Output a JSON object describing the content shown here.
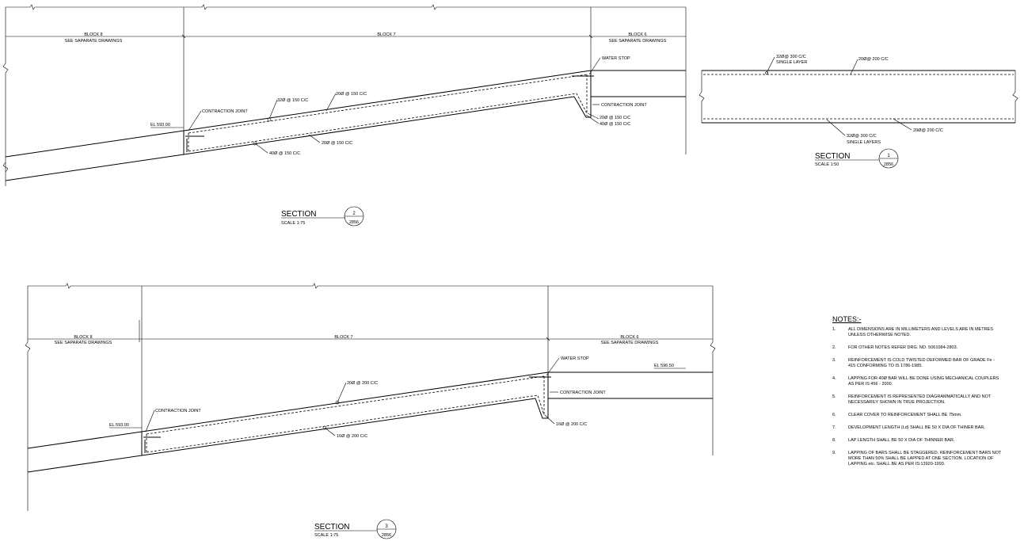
{
  "section2": {
    "block_left": "BLOCK 8",
    "block_left_note": "SEE SAPARATE DRAWINGS",
    "block_mid": "BLOCK 7",
    "block_right": "BLOCK 6",
    "block_right_note": "SEE SAPARATE DRAWINGS",
    "el_left": "EL 593.00",
    "contraction_joint_left": "CONTRACTION JOINT",
    "water_stop": "WATER STOP",
    "contraction_joint_right": "CONTRACTION JOINT",
    "bar_top_1": "32Ø @ 150 C/C",
    "bar_top_2": "20Ø @ 150 C/C",
    "bar_bottom_1": "20Ø @ 150 C/C",
    "bar_bottom_2": "40Ø @ 150 C/C",
    "bar_right_1": "20Ø @ 150 C/C",
    "bar_right_2": "40Ø @ 150 C/C",
    "title": "SECTION",
    "scale": "SCALE 1:75",
    "number": "2",
    "sheet": "2856"
  },
  "section1": {
    "bar_top_left": "32Ø@ 300 C/C",
    "bar_top_left_note": "SINGLE LAYER",
    "bar_top_right": "20Ø@ 200 C/C",
    "bar_bottom_left": "32Ø@ 300 C/C",
    "bar_bottom_left_note": "SINGLE LAYERS",
    "bar_bottom_right": "20Ø@ 200 C/C",
    "title": "SECTION",
    "scale": "SCALE 1:50",
    "number": "1",
    "sheet": "2856"
  },
  "section3": {
    "block_left": "BLOCK 8",
    "block_left_note": "SEE SAPARATE DRAWINGS",
    "block_mid": "BLOCK 7",
    "block_right": "BLOCK 6",
    "block_right_note": "SEE SAPARATE DRAWINGS",
    "el_left": "EL 593.00",
    "el_right": "EL 596.50",
    "contraction_joint_left": "CONTRACTION JOINT",
    "water_stop": "WATER STOP",
    "contraction_joint_right": "CONTRACTION JOINT",
    "bar_top": "20Ø @ 200 C/C",
    "bar_bottom": "16Ø @ 200 C/C",
    "bar_right": "16Ø @ 200 C/C",
    "title": "SECTION",
    "scale": "SCALE 1:75",
    "number": "3",
    "sheet": "2856"
  },
  "notes": {
    "title": "NOTES:-",
    "items": [
      {
        "num": "1.",
        "text": "ALL DIMENSIONS ARE IN MILLIMETERS AND LEVELS ARE IN METRES UNLESS OTHERWISE NOTED."
      },
      {
        "num": "2.",
        "text": "FOR OTHER NOTES REFER DRG. NO. 5061084-2803."
      },
      {
        "num": "3.",
        "text": "REINFORCEMENT IS COLD TWISTED DEFORMED BAR OF GRADE Fe - 415 CONFORMING TO IS 1786-1985."
      },
      {
        "num": "4.",
        "text": "LAPPING FOR 40Ø BAR WILL BE DONE USING MECHANICAL COUPLERS AS PER IS 456 - 2000."
      },
      {
        "num": "5.",
        "text": "REINFORCEMENT IS REPRESENTED DIAGRAMMATICALLY AND NOT NECESSARILY SHOWN IN TRUE PROJECTION."
      },
      {
        "num": "6.",
        "text": "CLEAR COVER TO REINFORCEMENT SHALL BE 75mm."
      },
      {
        "num": "7.",
        "text": "DEVELOPMENT LENGTH (Ld) SHALL BE 50 X DIA OF THINER BAR."
      },
      {
        "num": "8.",
        "text": "LAP LENGTH SHALL BE 50 X DIA OF THINNER BAR."
      },
      {
        "num": "9.",
        "text": "LAPPING OF BARS SHALL BE STAGGERED. REINFORCEMENT BARS NOT MORE THAN 50% SHALL BE LAPPED AT ONE SECTION. LOCATION OF LAPPING etc. SHALL BE AS PER IS:13920-1993."
      }
    ]
  }
}
